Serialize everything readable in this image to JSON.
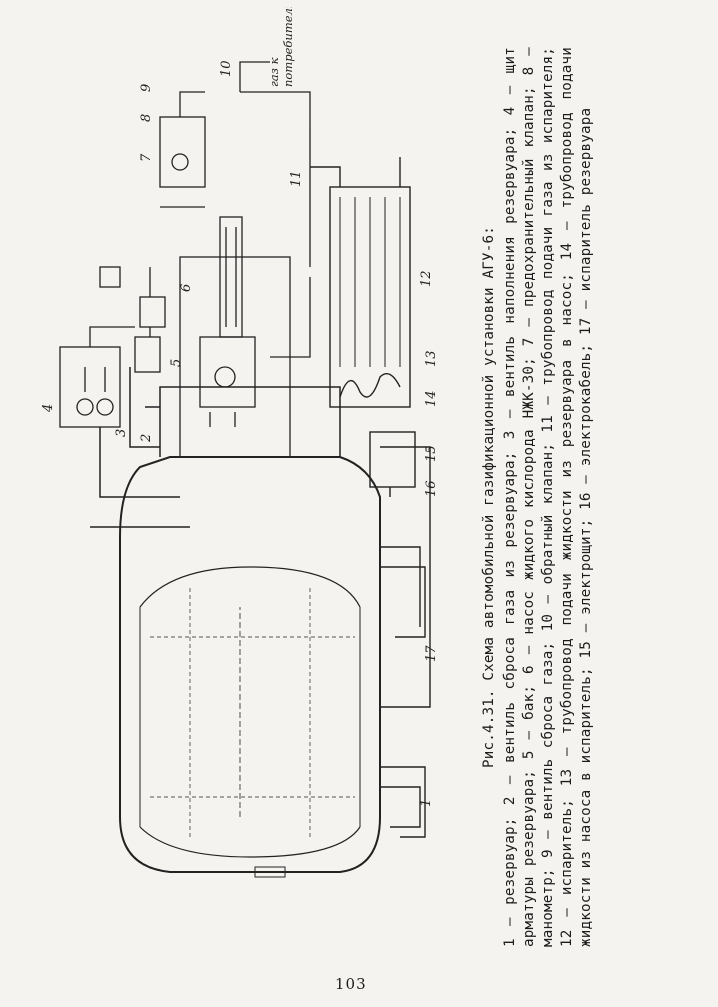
{
  "figure": {
    "labels": [
      "1",
      "2",
      "3",
      "4",
      "5",
      "6",
      "7",
      "8",
      "9",
      "10",
      "11",
      "12",
      "13",
      "14",
      "15",
      "16",
      "17"
    ],
    "gas_to_consumer": [
      "газ к",
      "потребителю"
    ]
  },
  "caption": {
    "title": "Рис.4.31. Схема автомобильной газификационной установки АГУ-6:",
    "legend": "1 – резервуар; 2 – вентиль сброса газа из резервуара; 3 – вентиль наполнения резервуара; 4 – щит арматуры резервуара; 5 – бак; 6 – насос жидкого кислорода НЖК-30; 7 – предохранительный клапан; 8 – манометр; 9 – вентиль сброса газа; 10 – обратный клапан; 11 – трубопровод подачи газа из испарителя; 12 – испаритель; 13 – трубопровод подачи жидкости из резервуара в насос; 14 – трубопровод подачи жидкости из насоса в испаритель; 15 – электрощит; 16 – электрокабель; 17 – испаритель резервуара"
  },
  "page_number": "103"
}
